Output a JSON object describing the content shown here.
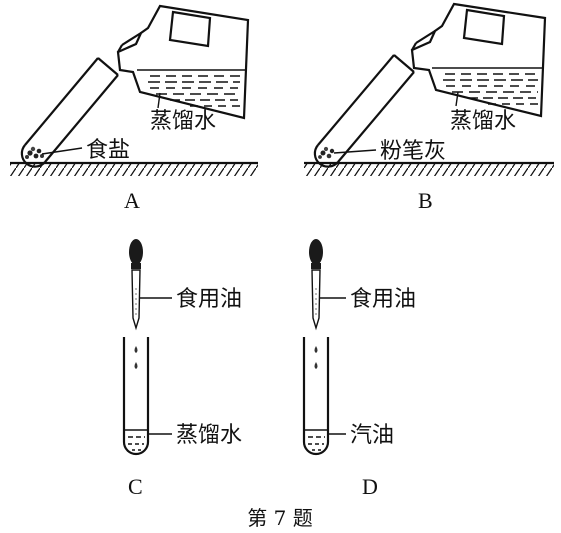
{
  "panels": {
    "a": {
      "letter": "A",
      "solute_label": "食盐",
      "liquid_label": "蒸馏水"
    },
    "b": {
      "letter": "B",
      "solute_label": "粉笔灰",
      "liquid_label": "蒸馏水"
    },
    "c": {
      "letter": "C",
      "dropper_label": "食用油",
      "tube_label": "蒸馏水"
    },
    "d": {
      "letter": "D",
      "dropper_label": "食用油",
      "tube_label": "汽油"
    }
  },
  "caption": "第 7 题"
}
